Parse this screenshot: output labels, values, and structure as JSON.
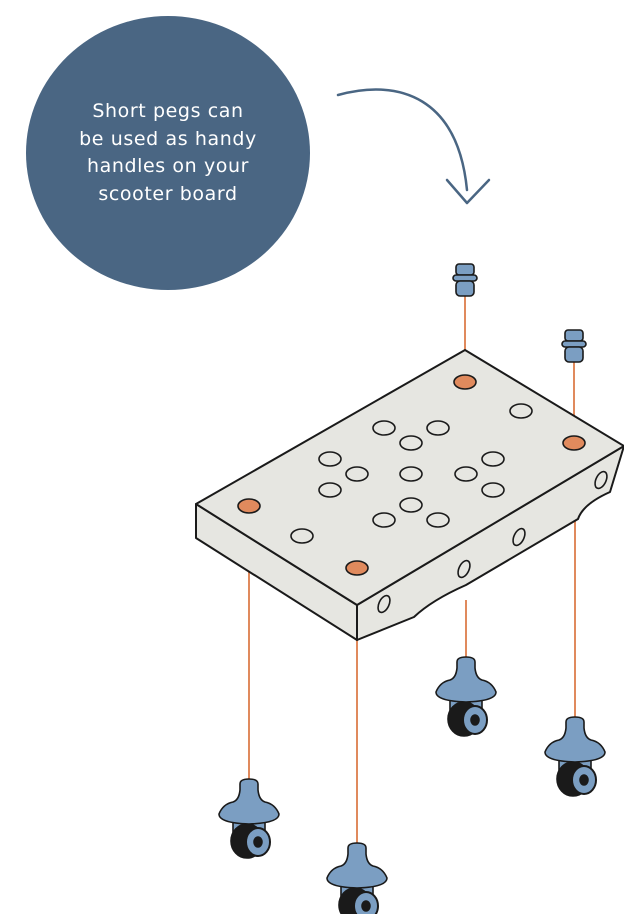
{
  "callout": {
    "lines": [
      "Short pegs can",
      "be used as handy",
      "handles on your",
      "scooter board"
    ]
  },
  "colors": {
    "callout_bg": "#4a6683",
    "board_fill": "#e6e6e1",
    "outline": "#1a1a1a",
    "peg_and_caster": "#7b9ec2",
    "accent_hole": "#e08a5d",
    "guide_line": "#e08a5d",
    "wheel": "#1a1a1a"
  },
  "icons": {
    "arrow": "curved-arrow-icon",
    "peg": "short-peg-icon",
    "caster": "caster-wheel-icon"
  }
}
